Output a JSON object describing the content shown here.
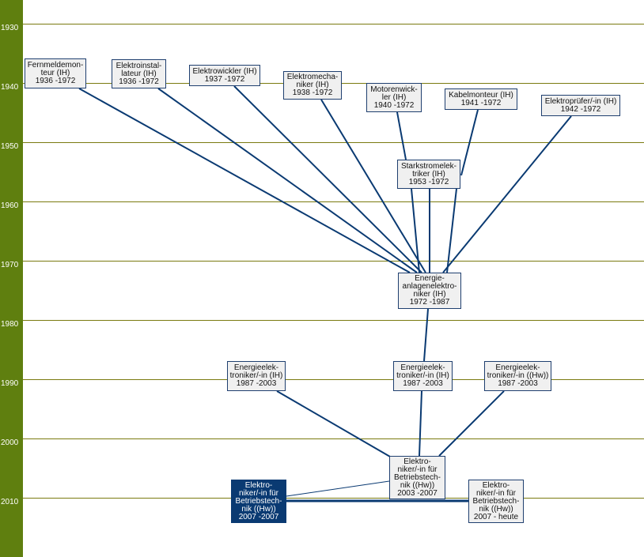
{
  "years": [
    "1930",
    "1940",
    "1950",
    "1960",
    "1970",
    "1980",
    "1990",
    "2000",
    "2010"
  ],
  "nodes": [
    {
      "title": "Fernmeldemon-\nteur (IH)",
      "period": "1936 -1972"
    },
    {
      "title": "Elektroinstal-\nlateur (IH)",
      "period": "1936 -1972"
    },
    {
      "title": "Elektrowickler (IH)",
      "period": "1937 -1972"
    },
    {
      "title": "Elektromecha-\nniker (IH)",
      "period": "1938 -1972"
    },
    {
      "title": "Motorenwick-\nler (IH)",
      "period": "1940 -1972"
    },
    {
      "title": "Kabelmonteur (IH)",
      "period": "1941 -1972"
    },
    {
      "title": "Elektroprüfer/-in (IH)",
      "period": "1942 -1972"
    },
    {
      "title": "Starkstromelek-\ntriker (IH)",
      "period": "1953 -1972"
    },
    {
      "title": "Energie-\nanlagenelektro-\nniker (IH)",
      "period": "1972 -1987"
    },
    {
      "title": "Energieelek-\ntroniker/-in (IH)",
      "period": "1987 -2003"
    },
    {
      "title": "Energieelek-\ntroniker/-in (IH)",
      "period": "1987 -2003"
    },
    {
      "title": "Energieelek-\ntroniker/-in ((Hw))",
      "period": "1987 -2003"
    },
    {
      "title": "Elektro-\nniker/-in für\nBetriebstech-\nnik ((Hw))",
      "period": "2003 -2007"
    },
    {
      "title": "Elektro-\nniker/-in für\nBetriebstech-\nnik ((Hw))",
      "period": "2007 -2007"
    },
    {
      "title": "Elektro-\nniker/-in  für\nBetriebstech-\nnik ((Hw))",
      "period": "2007 - heute"
    }
  ],
  "colors": {
    "sidebar": "#5f7f0f",
    "link": "#0a3a72",
    "selected": "#0a3a72"
  }
}
